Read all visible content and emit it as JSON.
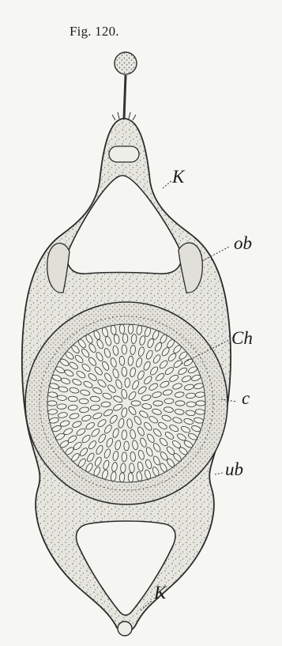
{
  "figure": {
    "title": "Fig. 120.",
    "labels": {
      "k_top": "K",
      "ob": "ob",
      "ch": "Ch",
      "c": "c",
      "ub": "ub",
      "k_bottom": "K"
    }
  },
  "colors": {
    "background": "#f6f6f3",
    "ink": "#2a2a2a",
    "tissue_fill": "#e6e6df"
  }
}
